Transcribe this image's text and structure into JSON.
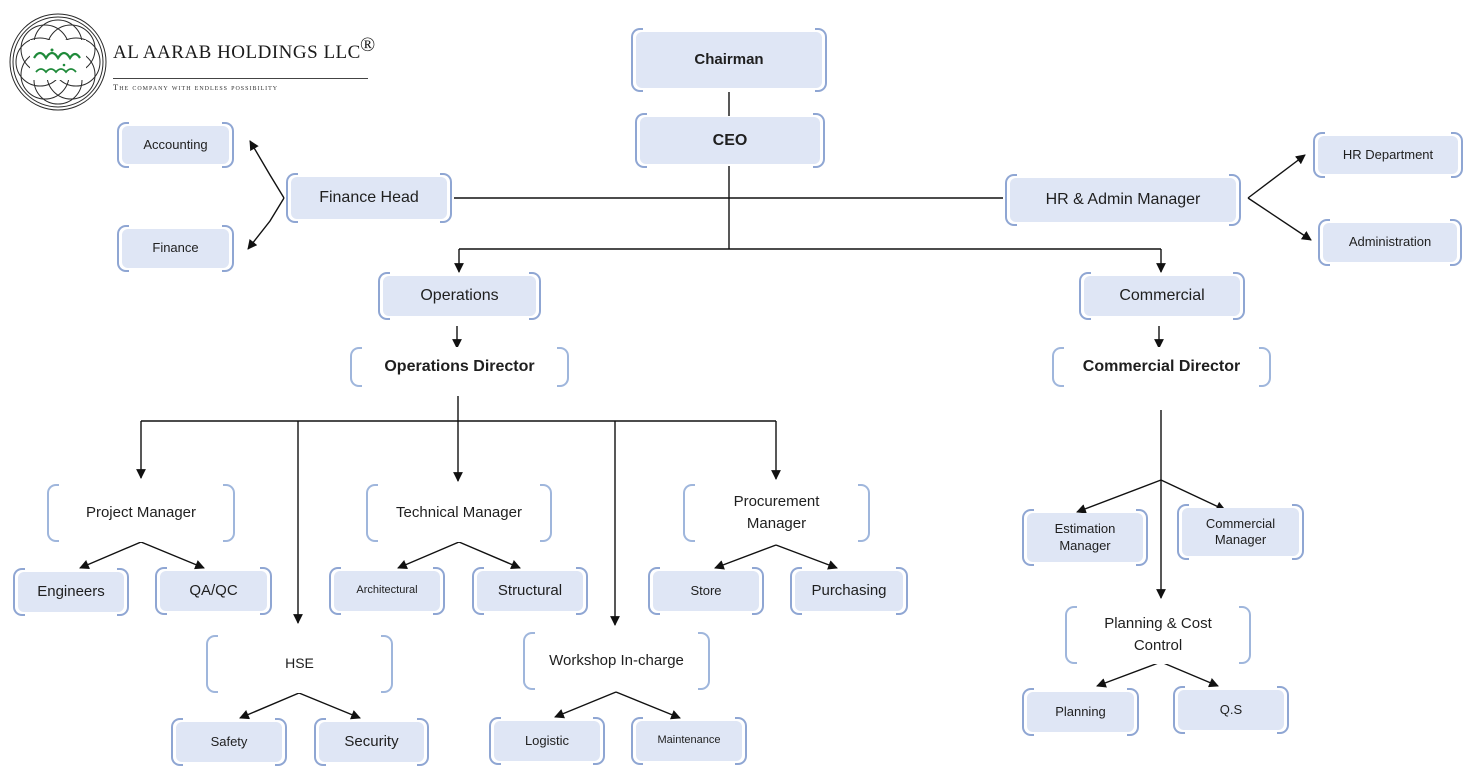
{
  "logo": {
    "name": "AL AARAB HOLDINGS LLC",
    "registered_mark": "®",
    "tagline": "The company with endless possibility"
  },
  "chart": {
    "chairman": "Chairman",
    "ceo": "CEO",
    "finance_head": "Finance Head",
    "accounting": "Accounting",
    "finance": "Finance",
    "hr_admin_manager": "HR & Admin Manager",
    "hr_department": "HR Department",
    "administration": "Administration",
    "operations": "Operations",
    "operations_director": "Operations Director",
    "commercial": "Commercial",
    "commercial_director": "Commercial Director",
    "project_manager": "Project Manager",
    "engineers": "Engineers",
    "qa_qc": "QA/QC",
    "hse": "HSE",
    "safety": "Safety",
    "security": "Security",
    "technical_manager": "Technical Manager",
    "architectural": "Architectural",
    "structural": "Structural",
    "workshop_incharge": "Workshop In-charge",
    "logistic": "Logistic",
    "maintenance": "Maintenance",
    "procurement_manager": [
      "Procurement",
      "Manager"
    ],
    "store": "Store",
    "purchasing": "Purchasing",
    "estimation_manager": [
      "Estimation",
      "Manager"
    ],
    "commercial_manager": [
      "Commercial",
      "Manager"
    ],
    "planning_cost_control": [
      "Planning & Cost",
      "Control"
    ],
    "planning": "Planning",
    "qs": "Q.S"
  }
}
